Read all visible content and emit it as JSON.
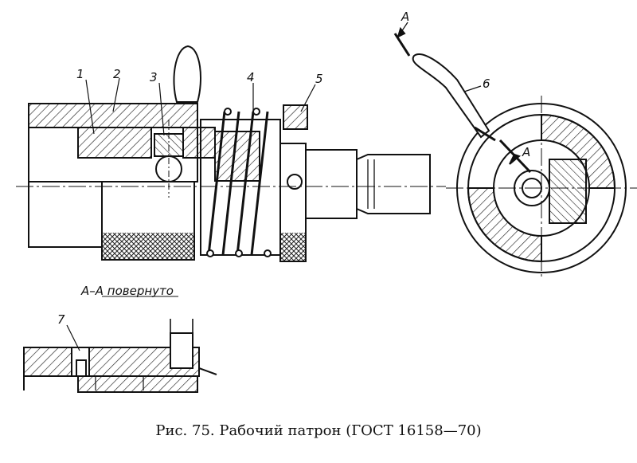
{
  "figure": {
    "labels": {
      "l1": "1",
      "l2": "2",
      "l3": "3",
      "l4": "4",
      "l5": "5",
      "l6": "6",
      "l7": "7"
    },
    "section_mark": "A",
    "section_title": "А–А повернуто",
    "caption": "Рис. 75. Рабочий патрон (ГОСТ 16158—70)"
  }
}
